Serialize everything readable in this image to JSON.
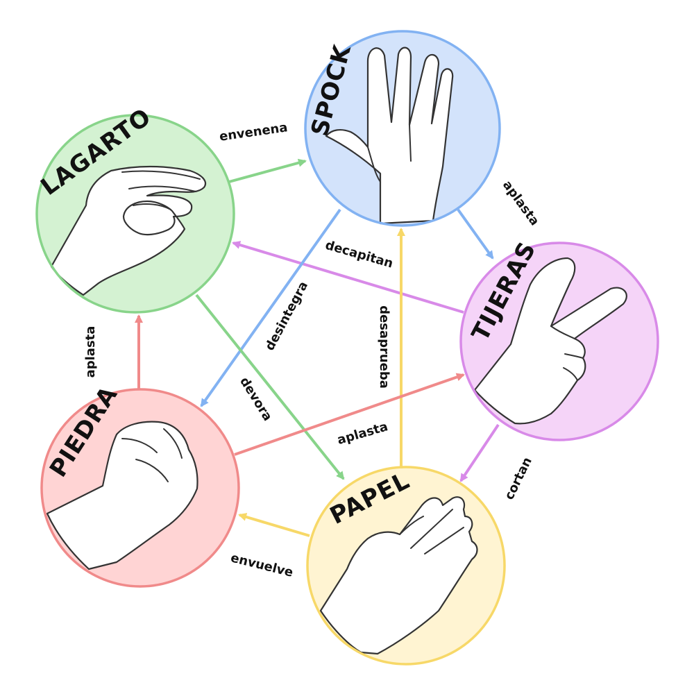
{
  "nodes": {
    "spock": {
      "label": "SPOCK",
      "fill": "#d3e3fb",
      "stroke": "#82b2f2"
    },
    "lagarto": {
      "label": "LAGARTO",
      "fill": "#d4f2d2",
      "stroke": "#88d48a"
    },
    "tijeras": {
      "label": "TIJERAS",
      "fill": "#f5d4f8",
      "stroke": "#d88ae8"
    },
    "piedra": {
      "label": "PIEDRA",
      "fill": "#ffd4d4",
      "stroke": "#f08a8a"
    },
    "papel": {
      "label": "PAPEL",
      "fill": "#fff4d2",
      "stroke": "#f7d868"
    }
  },
  "edges": [
    {
      "from": "lagarto",
      "to": "spock",
      "label": "envenena",
      "color": "#88d48a"
    },
    {
      "from": "spock",
      "to": "tijeras",
      "label": "aplasta",
      "color": "#82b2f2"
    },
    {
      "from": "tijeras",
      "to": "lagarto",
      "label": "decapitan",
      "color": "#d88ae8"
    },
    {
      "from": "spock",
      "to": "piedra",
      "label": "desintegra",
      "color": "#82b2f2"
    },
    {
      "from": "papel",
      "to": "spock",
      "label": "desaprueba",
      "color": "#f7d868"
    },
    {
      "from": "lagarto",
      "to": "papel",
      "label": "devora",
      "color": "#88d48a"
    },
    {
      "from": "piedra",
      "to": "lagarto",
      "label": "aplasta",
      "color": "#f08a8a"
    },
    {
      "from": "piedra",
      "to": "tijeras",
      "label": "aplasta",
      "color": "#f08a8a"
    },
    {
      "from": "tijeras",
      "to": "papel",
      "label": "cortan",
      "color": "#d88ae8"
    },
    {
      "from": "papel",
      "to": "piedra",
      "label": "envuelve",
      "color": "#f7d868"
    }
  ]
}
